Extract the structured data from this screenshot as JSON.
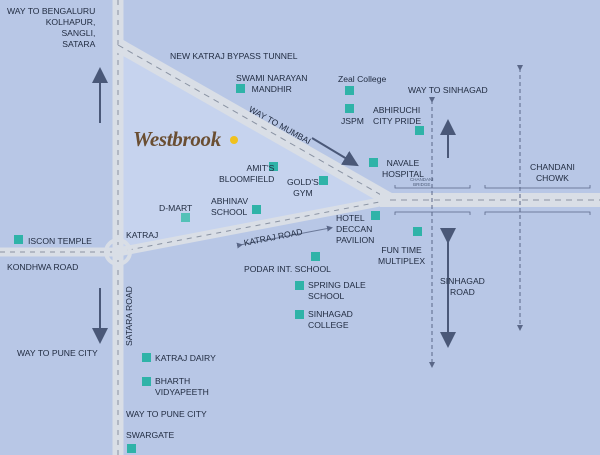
{
  "brand": {
    "name": "Westbrook",
    "marker_color": "#f0c11e"
  },
  "colors": {
    "background": "#b8c7e6",
    "road": "#d9dee6",
    "landmark": "#2fb3a8"
  },
  "directions": {
    "bengaluru": "WAY TO BENGALURU\nKOLHAPUR,\nSANGLI,\nSATARA",
    "pune_city_left": "WAY TO PUNE CITY",
    "pune_city_bottom": "WAY TO PUNE CITY",
    "sinhagad": "WAY TO SINHAGAD",
    "mumbai": "WAY TO MUMBAI"
  },
  "roads": {
    "bypass_tunnel": "NEW KATRAJ BYPASS TUNNEL",
    "katraj_road": "KATRAJ ROAD",
    "kondhwa_road": "KONDHWA ROAD",
    "satara_road": "SATARA ROAD",
    "sinhagad_road": "SINHAGAD\nROAD",
    "chandani_chowk": "CHANDANI\nCHOWK",
    "katraj": "KATRAJ",
    "small_bridge": "CHANDANI\nBRIDGE"
  },
  "landmarks": {
    "swami_narayan": "SWAMI NARAYAN\nMANDHIR",
    "zeal_college": "Zeal College",
    "jspm": "JSPM",
    "abhiruchi": "ABHIRUCHI\nCITY PRIDE",
    "navale": "NAVALE\nHOSPITAL",
    "amits": "AMIT'S\nBLOOMFIELD",
    "golds_gym": "GOLD'S\nGYM",
    "abhinav": "ABHINAV\nSCHOOL",
    "dmart": "D-MART",
    "hotel_deccan": "HOTEL\nDECCAN\nPAVILION",
    "fun_time": "FUN TIME\nMULTIPLEX",
    "iscon": "ISCON TEMPLE",
    "podar": "PODAR INT. SCHOOL",
    "spring_dale": "SPRING DALE\nSCHOOL",
    "sinhagad_college": "SINHAGAD\nCOLLEGE",
    "katraj_dairy": "KATRAJ DAIRY",
    "bharth": "BHARTH\nVIDYAPEETH",
    "swargate": "SWARGATE"
  }
}
